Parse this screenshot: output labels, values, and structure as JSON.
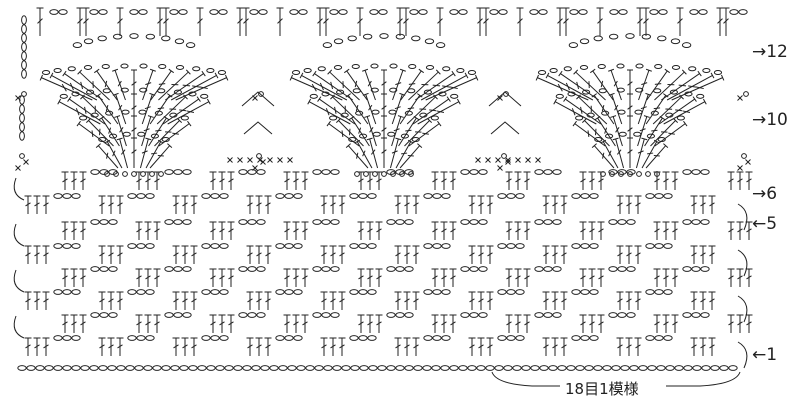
{
  "row_labels": [
    {
      "row": "12",
      "text": "→12"
    },
    {
      "row": "10",
      "text": "→10"
    },
    {
      "row": "6",
      "text": "→6"
    },
    {
      "row": "5",
      "text": "←5"
    },
    {
      "row": "1",
      "text": "←1"
    }
  ],
  "repeat_label": "18目1模様",
  "pattern": {
    "stitch_symbols": {
      "chain": "oval",
      "double_crochet": "T-with-bar",
      "single_crochet": "x",
      "picot": "o"
    },
    "repeat_count": 3
  },
  "colors": {
    "ink": "#222222",
    "background": "#ffffff"
  }
}
